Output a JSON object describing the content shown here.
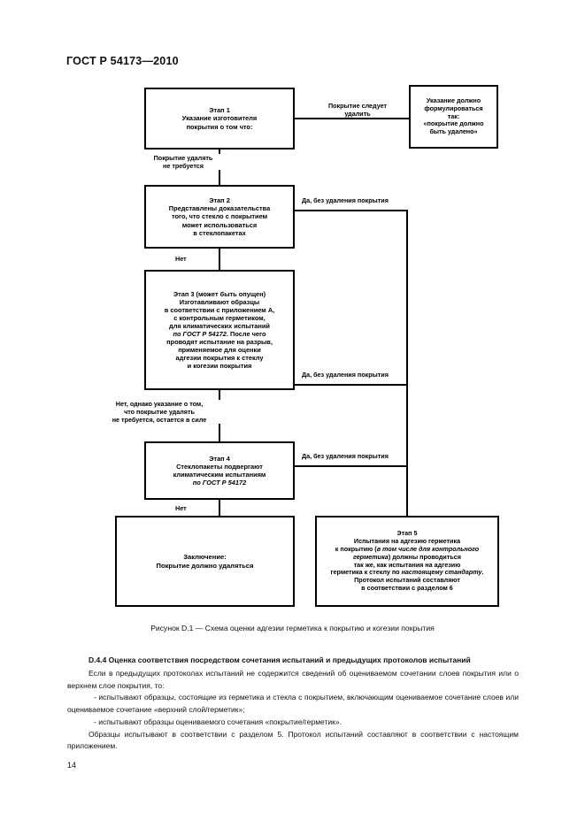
{
  "document": {
    "header": "ГОСТ Р 54173—2010",
    "page_number": "14"
  },
  "flowchart": {
    "caption": "Рисунок  D.1 — Схема оценки адгезии герметика к покрытию и когезии покрытия",
    "nodes": {
      "stage1": {
        "title": "Этап 1",
        "line2": "Указание изготовителя",
        "line3": "покрытия о том что:"
      },
      "note": {
        "line1": "Указание должно",
        "line2": "формулироваться",
        "line3": "так:",
        "line4": "«покрытие должно",
        "line5": "быть удалено»"
      },
      "stage2": {
        "title": "Этап 2",
        "line2": "Представлены доказательства",
        "line3": "того, что стекло с покрытием",
        "line4": "может использоваться",
        "line5": "в стеклопакетах"
      },
      "stage3": {
        "title": "Этап 3 (может быть опущен)",
        "line2": "Изготавливают образцы",
        "line3": "в соответствии с приложением А,",
        "line4": "с контрольным герметиком,",
        "line5": "для климатических испытаний",
        "line6": "по ГОСТ Р 54172",
        "line6b": ". После чего",
        "line7": "проводят испытание на разрыв,",
        "line8": "применяемое для оценки",
        "line9": "адгезии покрытия к стеклу",
        "line10": "и когезии покрытия"
      },
      "stage4": {
        "title": "Этап 4",
        "line2": "Стеклопакеты подвергают",
        "line3": "климатическим испытаниям",
        "line4": "по ГОСТ Р 54172"
      },
      "conclusion": {
        "line1": "Заключение:",
        "line2": "Покрытие должно удаляться"
      },
      "stage5": {
        "title": "Этап 5",
        "line2": "Испытания на адгезию герметика",
        "line3a": "к покрытию (",
        "line3b": "в том числе для контрольного",
        "line4b": "герметика",
        "line4c": ") должны проводиться",
        "line5": "так же, как испытания на адгезию",
        "line6a": "герметика к стеклу по ",
        "line6b": "настоящему стандарту",
        "line6c": ".",
        "line7": "Протокол испытаний составляют",
        "line8": "в соответствии с разделом 6"
      }
    },
    "edge_labels": {
      "coating_must_be_removed_l1": "Покрытие следует",
      "coating_must_be_removed_l2": "удалить",
      "no_removal_required_l1": "Покрытие удалять",
      "no_removal_required_l2": "не требуется",
      "no_1": "Нет",
      "yes_stage2": "Да, без удаления покрытия",
      "yes_stage3": "Да, без удаления покрытия",
      "yes_stage4": "Да, без удаления покрытия",
      "no_stage3_l1": "Нет, однако указание о том,",
      "no_stage3_l2": "что покрытие удалять",
      "no_stage3_l3": "не требуется, остается в силе",
      "no_4": "Нет"
    }
  },
  "body": {
    "heading": "D.4.4  Оценка соответствия посредством сочетания испытаний и предыдущих протоколов испытаний",
    "para1": "Если в предыдущих протоколах испытаний не содержится сведений об оцениваемом сочетании слоев покрытия или о верхнем слое покрытия, то:",
    "bullet1": "-  испытывают образцы, состоящие из герметика и стекла с покрытием, включающим оцениваемое сочетание слоев или оцениваемое сочетание «верхний слой/герметик»;",
    "bullet2": "-  испытывают образцы оцениваемого сочетания «покрытие/герметик».",
    "para2": "Образцы испытывают в соответствии с разделом 5. Протокол испытаний составляют в соответствии с настоящим приложением."
  }
}
